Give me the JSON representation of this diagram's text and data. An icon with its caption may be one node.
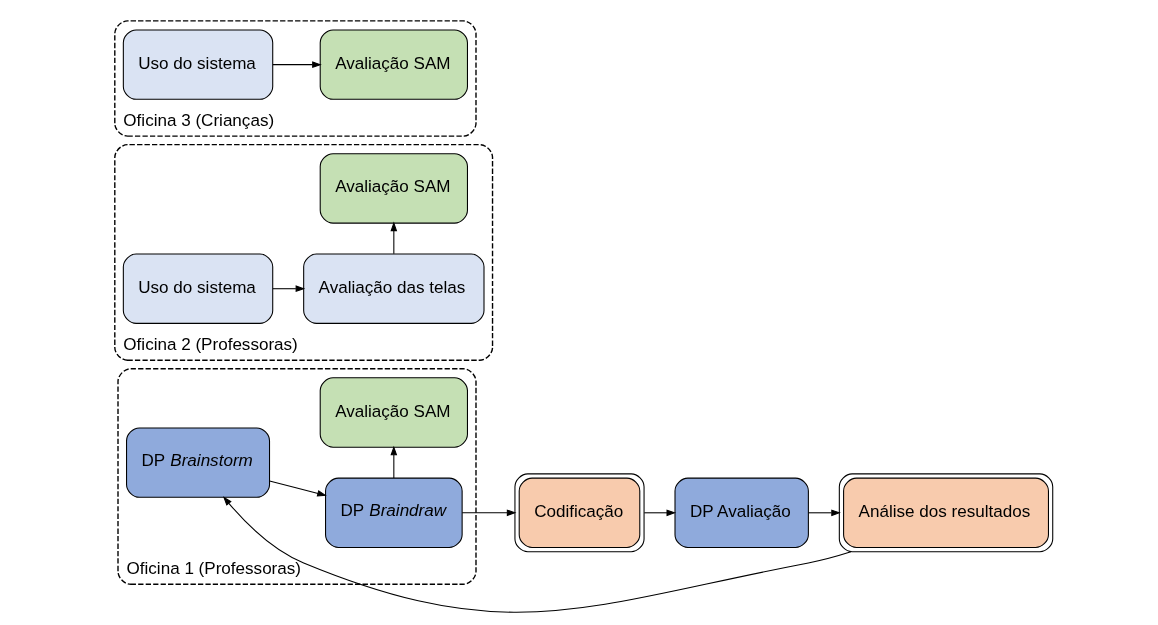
{
  "diagram": {
    "nodes": [
      {
        "text": [
          "Oficina 1 (Professoras)"
        ]
      },
      {
        "text": [
          "DP *Brainstorm*"
        ],
        "in": 0
      },
      {
        "text": [
          "DP *Braindraw*"
        ],
        "in": 0
      },
      {
        "text": [
          "Avaliação SAM"
        ],
        "in": 0
      },
      {
        "text": [
          "Codificação"
        ]
      },
      {
        "text": [
          "DP Avaliação"
        ]
      },
      {
        "text": [
          "Análise dos resultados"
        ]
      },
      {
        "text": [
          "Oficina 2 (Professoras)"
        ]
      },
      {
        "text": [
          "Uso do sistema"
        ],
        "in": 7
      },
      {
        "text": [
          "Avaliação das telas"
        ],
        "in": 7
      },
      {
        "text": [
          "Avaliação SAM"
        ],
        "in": 7
      },
      {
        "text": [
          "Oficina 3 (Crianças)"
        ]
      },
      {
        "text": [
          "Uso do sistema"
        ],
        "in": 11
      },
      {
        "text": [
          "Avaliação SAM"
        ],
        "in": 11
      }
    ],
    "edges": [
      {
        "from": 1,
        "to": 2,
        "arrow": "to"
      },
      {
        "from": 2,
        "to": 3,
        "arrow": "to"
      },
      {
        "from": 2,
        "to": 4,
        "arrow": "to"
      },
      {
        "from": 4,
        "to": 5,
        "arrow": "to"
      },
      {
        "from": 5,
        "to": 6,
        "arrow": "to"
      },
      {
        "from": 6,
        "to": 1,
        "arrow": "to"
      },
      {
        "from": 8,
        "to": 9,
        "arrow": "to"
      },
      {
        "from": 9,
        "to": 10,
        "arrow": "to"
      },
      {
        "from": 12,
        "to": 13,
        "arrow": "to"
      }
    ]
  }
}
